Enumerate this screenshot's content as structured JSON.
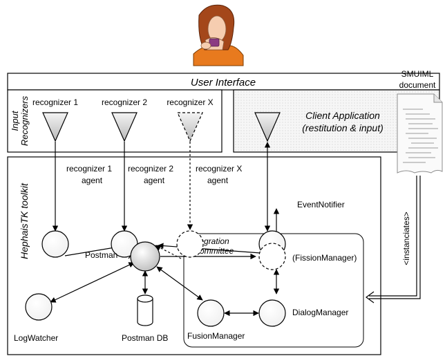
{
  "user_interface": {
    "title": "User Interface"
  },
  "input_recognizers": {
    "label_line1": "Input",
    "label_line2": "Recognizers",
    "recognizers": [
      "recognizer 1",
      "recognizer 2",
      "recognizer X"
    ]
  },
  "client_application": {
    "label_line1": "Client Application",
    "label_line2": "(restitution & input)"
  },
  "toolkit": {
    "label": "HephaisTK toolkit",
    "agents": [
      {
        "line1": "recognizer 1",
        "line2": "agent"
      },
      {
        "line1": "recognizer 2",
        "line2": "agent"
      },
      {
        "line1": "recognizer X",
        "line2": "agent"
      }
    ],
    "event_notifier": "EventNotifier",
    "postman": "Postman",
    "postman_db": "Postman DB",
    "log_watcher": "LogWatcher",
    "integration_committee": {
      "line1": "Integration",
      "line2": "committee"
    },
    "fission_manager": "(FissionManager)",
    "dialog_manager": "DialogManager",
    "fusion_manager": "FusionManager"
  },
  "smuiml": {
    "line1": "SMUIML",
    "line2": "document",
    "instanciates": "<instanciates>"
  },
  "colors": {
    "stroke": "#000000",
    "panel_fill": "#f2f2f2",
    "node_fill": "#ffffff",
    "postman_fill": "#dcdcdc",
    "triangle_fill": "#d9d9d9"
  }
}
